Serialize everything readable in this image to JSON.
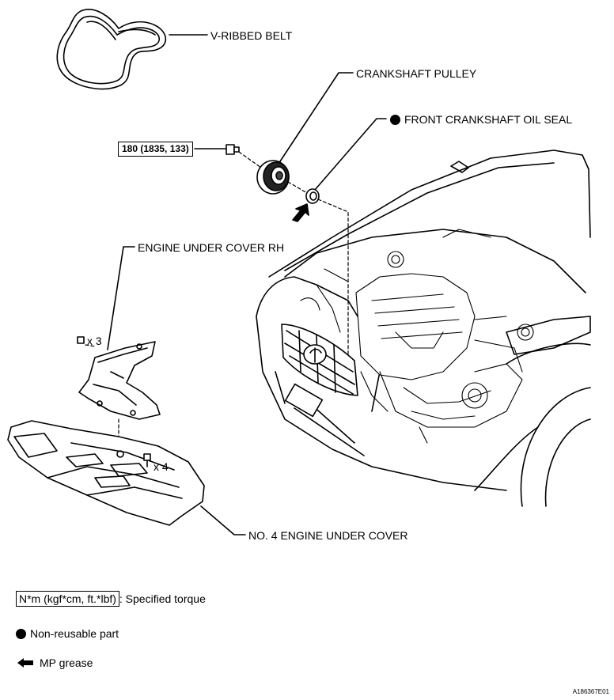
{
  "labels": {
    "v_ribbed_belt": "V-RIBBED BELT",
    "crankshaft_pulley": "CRANKSHAFT PULLEY",
    "front_crankshaft_oil_seal": "FRONT CRANKSHAFT OIL SEAL",
    "engine_under_cover_rh": "ENGINE UNDER COVER RH",
    "no4_engine_under_cover": "NO. 4 ENGINE UNDER COVER",
    "qty_x3": "x 3",
    "qty_x4": "x 4"
  },
  "torque": {
    "pulley_bolt": "180 (1835, 133)"
  },
  "legend": {
    "torque_unit": "N*m (kgf*cm, ft.*lbf)",
    "torque_desc": ": Specified torque",
    "non_reusable": "Non-reusable part",
    "mp_grease": "MP grease"
  },
  "figure_code": "A186367E01"
}
